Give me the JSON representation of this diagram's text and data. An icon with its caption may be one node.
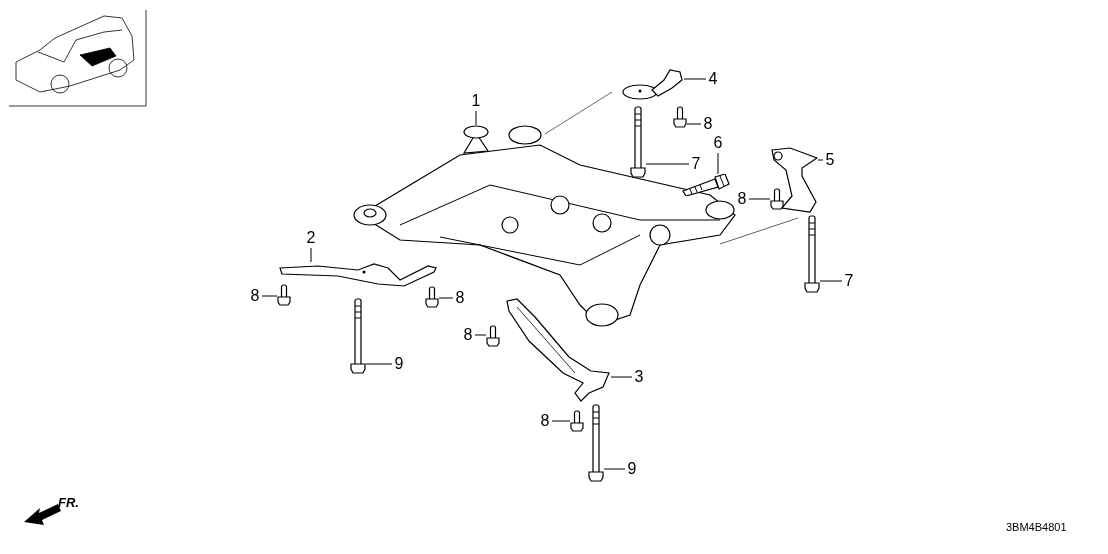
{
  "diagram": {
    "nodes": [
      {
        "text": [
          "1"
        ]
      },
      {
        "text": [
          "2"
        ]
      },
      {
        "text": [
          "3"
        ]
      },
      {
        "text": [
          "4"
        ]
      },
      {
        "text": [
          "5"
        ]
      },
      {
        "text": [
          "6"
        ]
      },
      {
        "text": [
          "7"
        ]
      },
      {
        "text": [
          "7"
        ]
      },
      {
        "text": [
          "8"
        ]
      },
      {
        "text": [
          "8"
        ]
      },
      {
        "text": [
          "8"
        ]
      },
      {
        "text": [
          "8"
        ]
      },
      {
        "text": [
          "8"
        ]
      },
      {
        "text": [
          "8"
        ]
      },
      {
        "text": [
          "9"
        ]
      },
      {
        "text": [
          "9"
        ]
      },
      {
        "text": [],
        "shape": "picture"
      },
      {
        "text": [],
        "shape": "picture"
      },
      {
        "text": [],
        "shape": "picture"
      },
      {
        "text": [],
        "shape": "picture"
      },
      {
        "text": [],
        "shape": "picture"
      },
      {
        "text": [],
        "shape": "picture"
      },
      {
        "text": [],
        "shape": "picture"
      },
      {
        "text": [],
        "shape": "picture"
      },
      {
        "text": [],
        "shape": "picture"
      },
      {
        "text": [],
        "shape": "picture"
      },
      {
        "text": [],
        "shape": "picture"
      },
      {
        "text": [],
        "shape": "picture"
      },
      {
        "text": [],
        "shape": "picture"
      },
      {
        "text": [],
        "shape": "picture"
      },
      {
        "text": [],
        "shape": "picture"
      },
      {
        "text": [],
        "shape": "picture"
      }
    ],
    "edges": [
      {
        "from": 0,
        "to": 16,
        "arrow": "none"
      },
      {
        "from": 1,
        "to": 17,
        "arrow": "none"
      },
      {
        "from": 2,
        "to": 18,
        "arrow": "none"
      },
      {
        "from": 3,
        "to": 19,
        "arrow": "none"
      },
      {
        "from": 4,
        "to": 20,
        "arrow": "none"
      },
      {
        "from": 5,
        "to": 21,
        "arrow": "none"
      },
      {
        "from": 6,
        "to": 22,
        "arrow": "none"
      },
      {
        "from": 7,
        "to": 23,
        "arrow": "none"
      },
      {
        "from": 8,
        "to": 24,
        "arrow": "none"
      },
      {
        "from": 9,
        "to": 25,
        "arrow": "none"
      },
      {
        "from": 10,
        "to": 26,
        "arrow": "none"
      },
      {
        "from": 11,
        "to": 27,
        "arrow": "none"
      },
      {
        "from": 12,
        "to": 28,
        "arrow": "none"
      },
      {
        "from": 13,
        "to": 29,
        "arrow": "none"
      },
      {
        "from": 14,
        "to": 30,
        "arrow": "none"
      },
      {
        "from": 15,
        "to": 31,
        "arrow": "none"
      }
    ],
    "labels": [
      "FR.",
      "3BM4B4801"
    ]
  }
}
